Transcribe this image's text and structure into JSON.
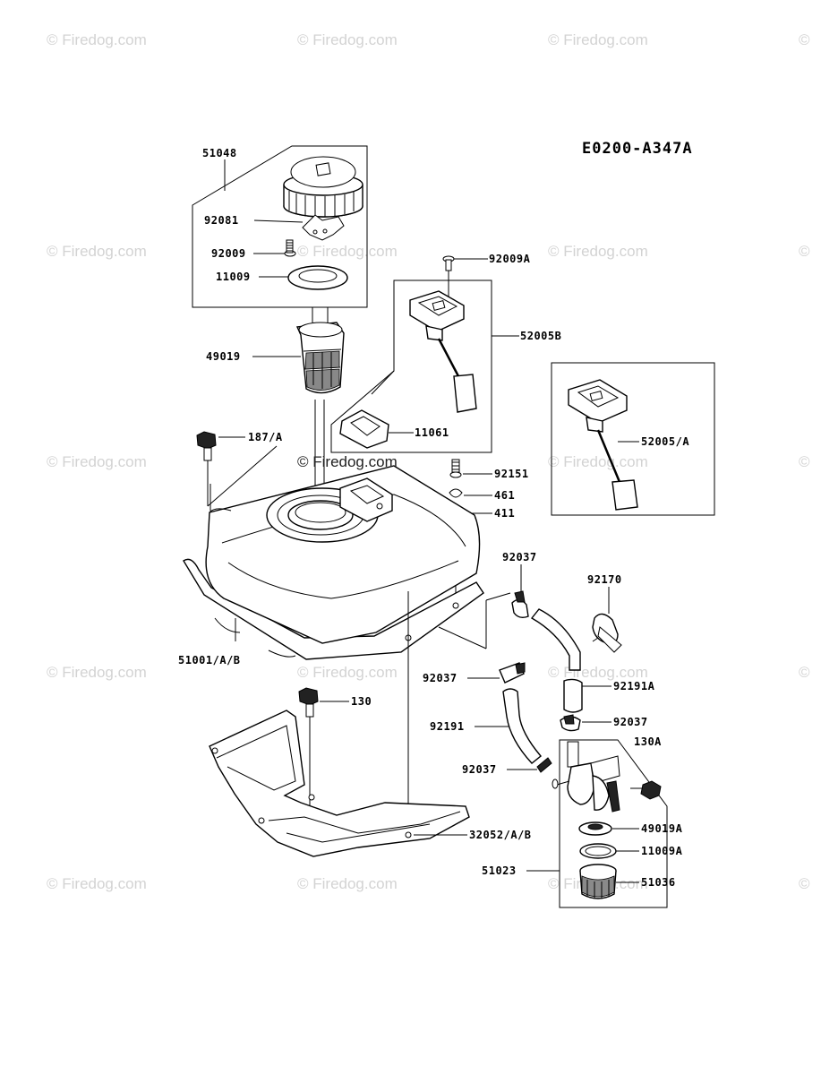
{
  "diagram_code": "E0200-A347A",
  "watermark": "© Firedog.com",
  "labels": {
    "l51048": "51048",
    "l92081": "92081",
    "l92009": "92009",
    "l11009": "11009",
    "l49019": "49019",
    "l92009A": "92009A",
    "l52005B": "52005B",
    "l11061": "11061",
    "l187A": "187/A",
    "l52005A": "52005/A",
    "l92151": "92151",
    "l461": "461",
    "l411": "411",
    "l92037a": "92037",
    "l92170": "92170",
    "l51001": "51001/A/B",
    "l92037b": "92037",
    "l92191A": "92191A",
    "l130": "130",
    "l92037c": "92037",
    "l92191": "92191",
    "l130A": "130A",
    "l92037d": "92037",
    "l49019A": "49019A",
    "l32052": "32052/A/B",
    "l11009A": "11009A",
    "l51023": "51023",
    "l51036": "51036"
  }
}
